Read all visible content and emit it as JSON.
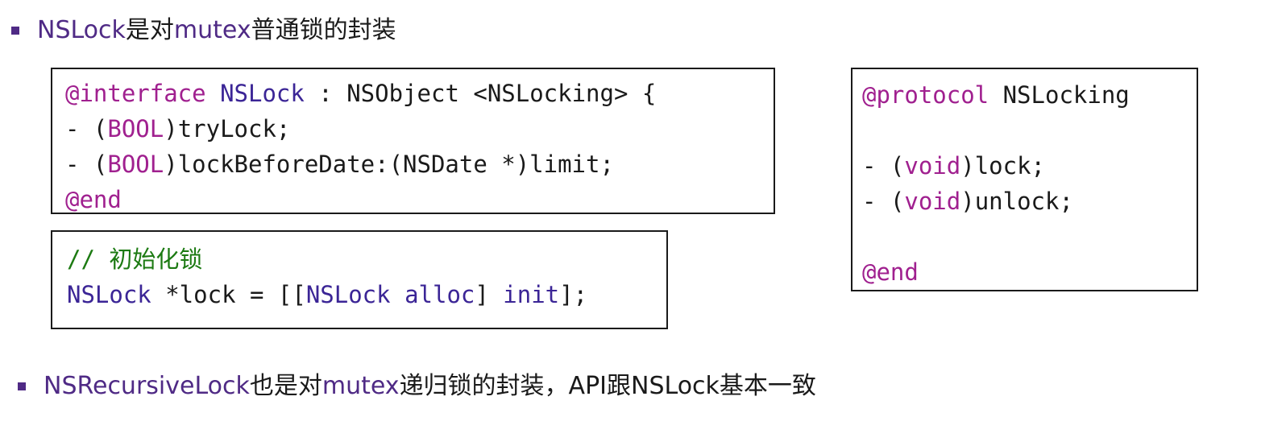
{
  "bullet1": {
    "p1": "NSLock",
    "p2": "是对",
    "p3": "mutex",
    "p4": "普通锁的封装"
  },
  "interface_box": {
    "line1": {
      "kw": "@interface",
      "sp1": " ",
      "cls": "NSLock",
      "rest": " : NSObject <NSLocking> {"
    },
    "line2": {
      "pre": "- (",
      "kw": "BOOL",
      "post": ")tryLock;"
    },
    "line3": {
      "pre": "- (",
      "kw": "BOOL",
      "post": ")lockBeforeDate:(NSDate *)limit;"
    },
    "line4": {
      "kw": "@end"
    }
  },
  "init_box": {
    "comment": "// 初始化锁",
    "line": {
      "cls1": "NSLock",
      "mid": " *lock = [[",
      "cls2": "NSLock",
      "sp": " ",
      "method": "alloc",
      "mid2": "] ",
      "method2": "init",
      "end": "];"
    }
  },
  "protocol_box": {
    "line1": {
      "kw": "@protocol",
      "rest": " NSLocking"
    },
    "line2": {
      "pre": "- (",
      "kw": "void",
      "post": ")lock;"
    },
    "line3": {
      "pre": "- (",
      "kw": "void",
      "post": ")unlock;"
    },
    "line4": {
      "kw": "@end"
    }
  },
  "bullet2": {
    "p1": "NSRecursiveLock",
    "p2": "也是对",
    "p3": "mutex",
    "p4": "递归锁的封装，API跟NSLock基本一致"
  },
  "colors": {
    "accent": "#4f2a85",
    "keyword": "#a0208f",
    "class_name": "#3b2596",
    "comment": "#1c7a12",
    "text": "#1a1a1a"
  }
}
